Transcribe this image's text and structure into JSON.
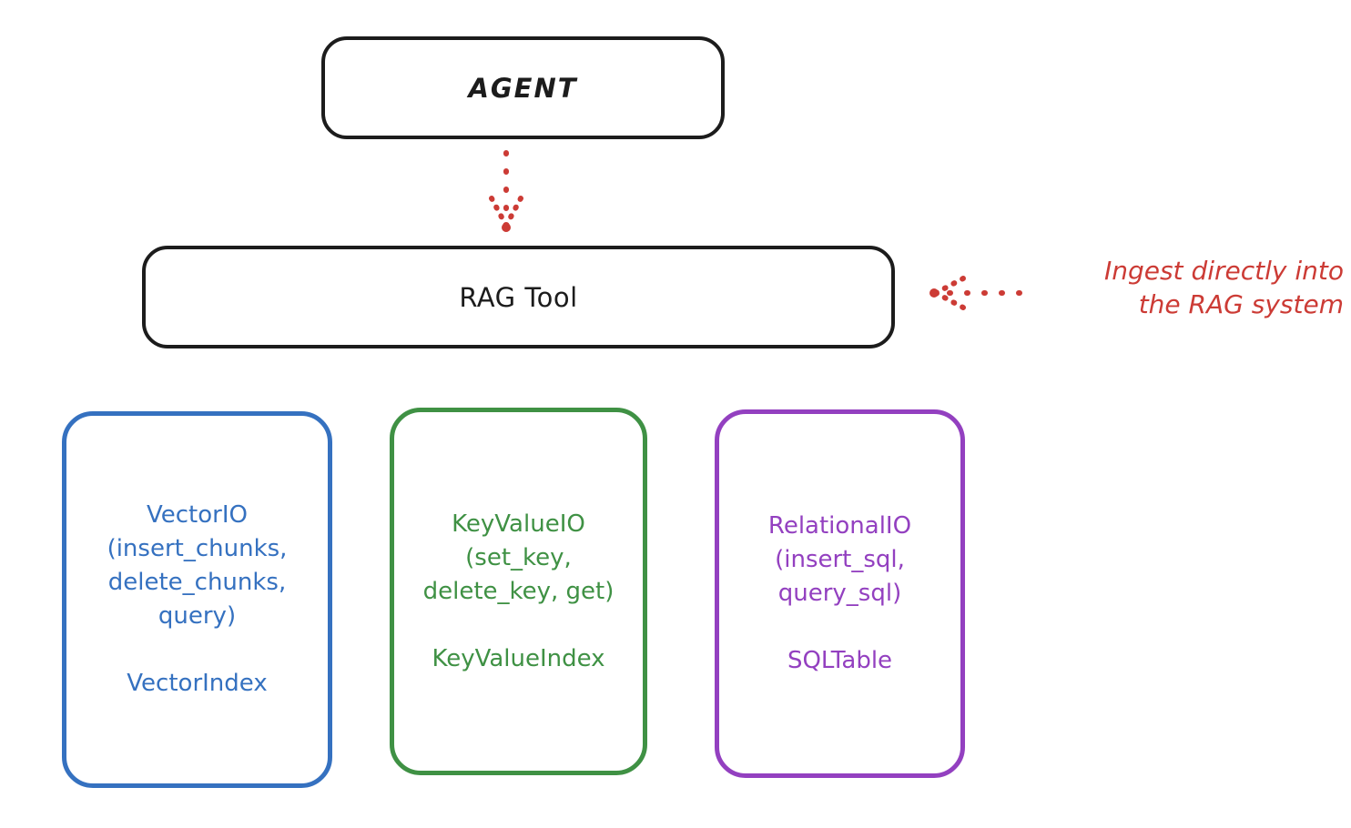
{
  "diagram": {
    "title": "RAG Tool architecture",
    "background": "#ffffff",
    "colors": {
      "dark": "#1c1c1c",
      "vector": "#3571c0",
      "keyvalue": "#3f9144",
      "relational": "#9340c0",
      "annotation": "#cc3b35"
    },
    "nodes": {
      "agent": {
        "label": "AGENT"
      },
      "rag_tool": {
        "label": "RAG Tool"
      },
      "vector": {
        "api": "VectorIO\n(insert_chunks,\ndelete_chunks,\nquery)",
        "index": "VectorIndex"
      },
      "keyvalue": {
        "api": "KeyValueIO\n(set_key,\ndelete_key, get)",
        "index": "KeyValueIndex"
      },
      "relational": {
        "api": "RelationalIO\n(insert_sql,\nquery_sql)",
        "index": "SQLTable"
      }
    },
    "annotations": {
      "ingest": "Ingest directly into\nthe RAG system"
    },
    "edges": {
      "agent_to_rag": {
        "style": "dotted",
        "direction": "down",
        "color": "#cc3b35"
      },
      "ingest_to_rag": {
        "style": "dotted",
        "direction": "left",
        "color": "#cc3b35"
      }
    }
  }
}
